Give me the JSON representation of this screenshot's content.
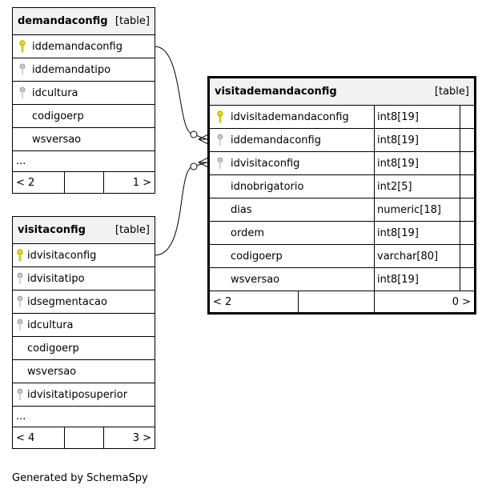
{
  "tables": {
    "demandaconfig": {
      "name": "demandaconfig",
      "tag": "[table]",
      "columns": [
        "iddemandaconfig",
        "iddemandatipo",
        "idcultura",
        "codigoerp",
        "wsversao"
      ],
      "more": "...",
      "footer": {
        "left": "< 2",
        "middle": "",
        "right": "1 >"
      }
    },
    "visitaconfig": {
      "name": "visitaconfig",
      "tag": "[table]",
      "columns": [
        "idvisitaconfig",
        "idvisitatipo",
        "idsegmentacao",
        "idcultura",
        "codigoerp",
        "wsversao",
        "idvisitatiposuperior"
      ],
      "more": "...",
      "footer": {
        "left": "< 4",
        "middle": "",
        "right": "3 >"
      }
    },
    "visitademandaconfig": {
      "name": "visitademandaconfig",
      "tag": "[table]",
      "columns": [
        {
          "name": "idvisitademandaconfig",
          "type": "int8[19]"
        },
        {
          "name": "iddemandaconfig",
          "type": "int8[19]"
        },
        {
          "name": "idvisitaconfig",
          "type": "int8[19]"
        },
        {
          "name": "idnobrigatorio",
          "type": "int2[5]"
        },
        {
          "name": "dias",
          "type": "numeric[18]"
        },
        {
          "name": "ordem",
          "type": "int8[19]"
        },
        {
          "name": "codigoerp",
          "type": "varchar[80]"
        },
        {
          "name": "wsversao",
          "type": "int8[19]"
        }
      ],
      "footer": {
        "left": "< 2",
        "middle": "",
        "right": "0 >"
      }
    }
  },
  "icons": {
    "primary_key": "key-icon-yellow",
    "foreign_key": "key-icon-gray",
    "pk_color": "#e8e000",
    "fk_color": "#a0a0a0"
  },
  "generated_by": "Generated by SchemaSpy"
}
